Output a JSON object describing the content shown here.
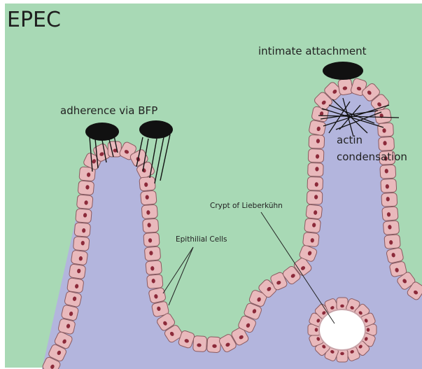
{
  "title": "EPEC",
  "labels": {
    "adherence": "adherence via BFP",
    "intimate": "intimate attachment",
    "actin_line1": "actin",
    "actin_line2": "condensation",
    "crypt": "Crypt of Lieberkühn",
    "epithelial": "Epithilial Cells"
  },
  "colors": {
    "background": "#a8d9b5",
    "lamina": "#b3b5dd",
    "cell_fill": "#e9b9bc",
    "cell_edge": "#8a5a60",
    "nucleus": "#8c2a3a",
    "bacteria": "#111111",
    "lumen": "#ffffff"
  }
}
